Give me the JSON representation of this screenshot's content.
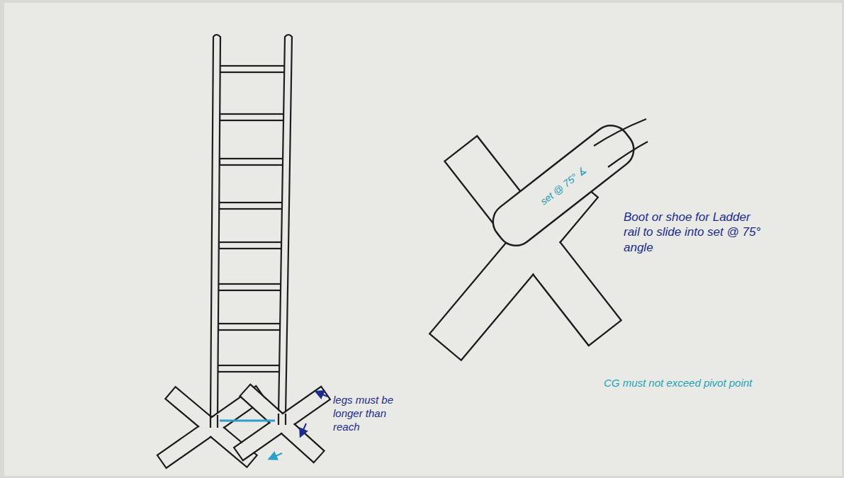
{
  "diagram": {
    "nodes": [
      {
        "text": [
          "set @ 75° ∡"
        ]
      }
    ],
    "labels": [
      "legs must be longer than reach",
      "Boot or shoe for Ladder rail to slide into set @ 75° angle",
      "CG must not exceed pivot point"
    ]
  }
}
